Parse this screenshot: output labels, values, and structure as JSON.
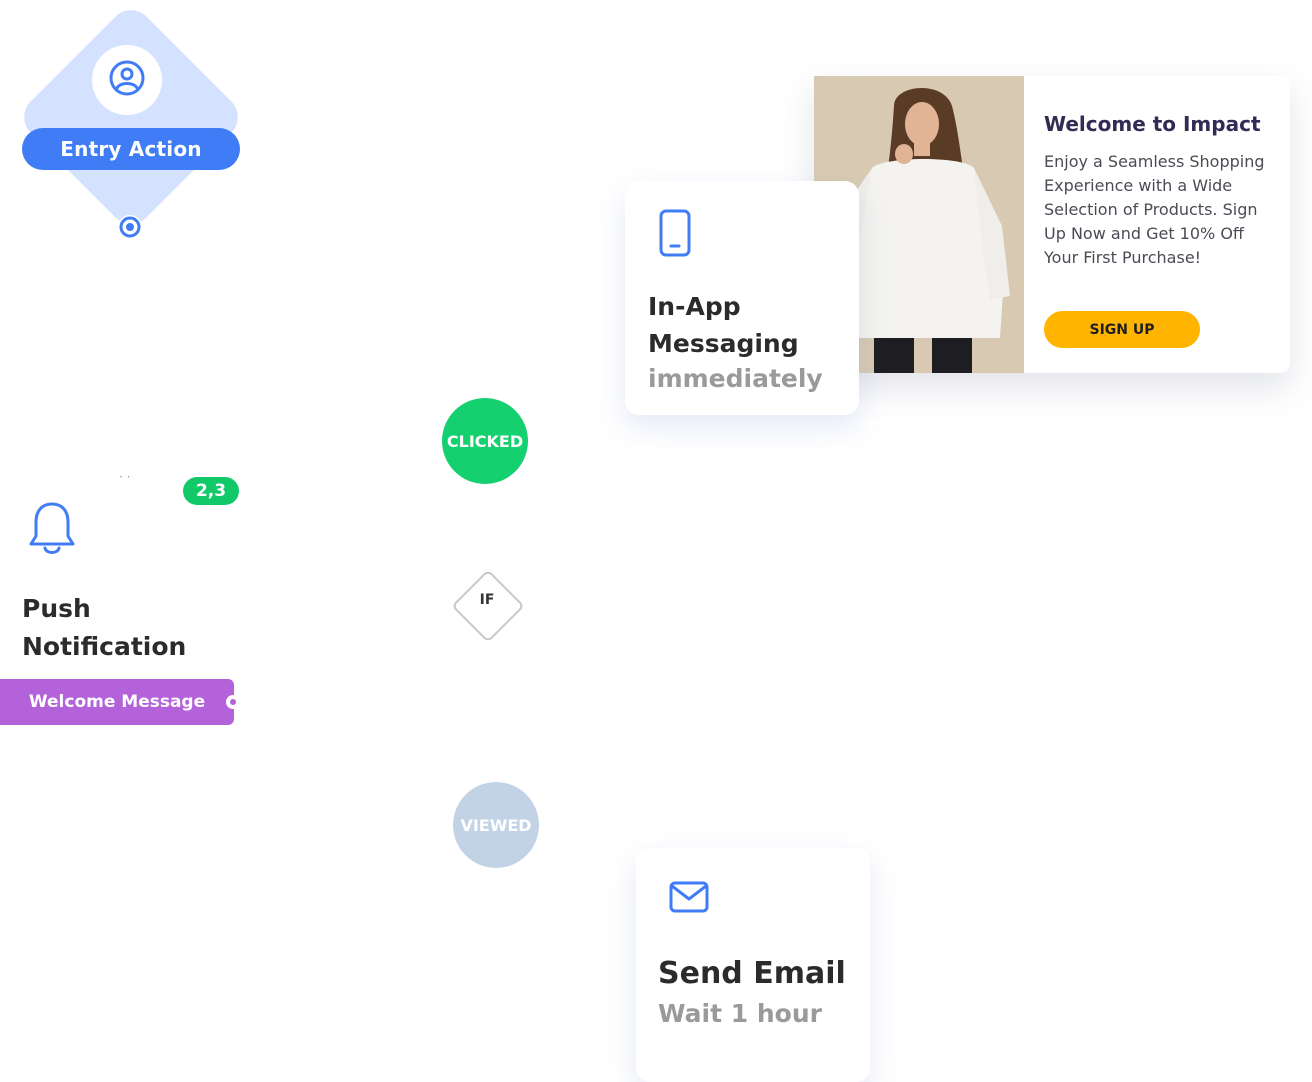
{
  "entry": {
    "label": "Entry Action",
    "icon": "user-circle-icon"
  },
  "push": {
    "badge": "2,3",
    "title_line1": "Push",
    "title_line2": "Notification",
    "tag": "Welcome Message",
    "icon": "bell-icon"
  },
  "branches": {
    "clicked": "CLICKED",
    "if": "IF",
    "viewed": "VIEWED"
  },
  "inapp": {
    "title_line1": "In-App",
    "title_line2": "Messaging",
    "timing": "immediately",
    "icon": "mobile-phone-icon"
  },
  "preview": {
    "title": "Welcome to Impact",
    "body": "Enjoy a Seamless Shopping Experience with a Wide Selection of Products. Sign Up Now and Get 10% Off Your First Purchase!",
    "button": "SIGN UP"
  },
  "email": {
    "title": "Send Email",
    "timing": "Wait 1 hour",
    "icon": "envelope-icon"
  },
  "colors": {
    "primary_blue": "#3f7cf6",
    "light_blue": "#d5e2ff",
    "green": "#14d06e",
    "purple": "#b462d9",
    "gray_blue": "#c3d3e6",
    "yellow": "#ffb400",
    "dark_text": "#2b2b2b",
    "muted_text": "#9a9a9a"
  }
}
